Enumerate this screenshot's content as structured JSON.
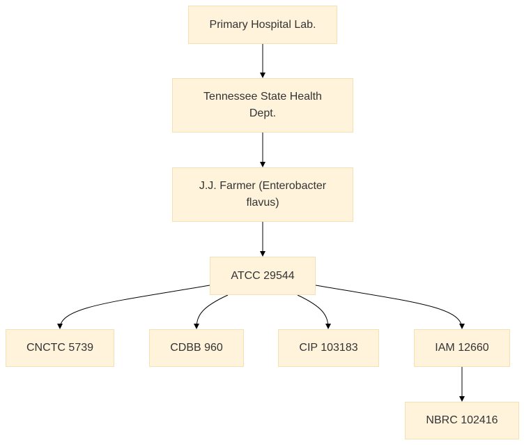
{
  "nodes": {
    "primary_hospital_lab": "Primary Hospital Lab.",
    "tennessee_state_health": "Tennessee State Health Dept.",
    "jj_farmer": "J.J. Farmer (Enterobacter flavus)",
    "atcc": "ATCC 29544",
    "cnctc": "CNCTC 5739",
    "cdbb": "CDBB 960",
    "cip": "CIP 103183",
    "iam": "IAM 12660",
    "nbrc": "NBRC 102416"
  },
  "edges": [
    {
      "from": "primary_hospital_lab",
      "to": "tennessee_state_health"
    },
    {
      "from": "tennessee_state_health",
      "to": "jj_farmer"
    },
    {
      "from": "jj_farmer",
      "to": "atcc"
    },
    {
      "from": "atcc",
      "to": "cnctc"
    },
    {
      "from": "atcc",
      "to": "cdbb"
    },
    {
      "from": "atcc",
      "to": "cip"
    },
    {
      "from": "atcc",
      "to": "iam"
    },
    {
      "from": "iam",
      "to": "nbrc"
    }
  ],
  "colors": {
    "node_fill": "#fff3dc",
    "node_border": "#f2e1b3",
    "edge": "#000000",
    "text": "#333333"
  }
}
